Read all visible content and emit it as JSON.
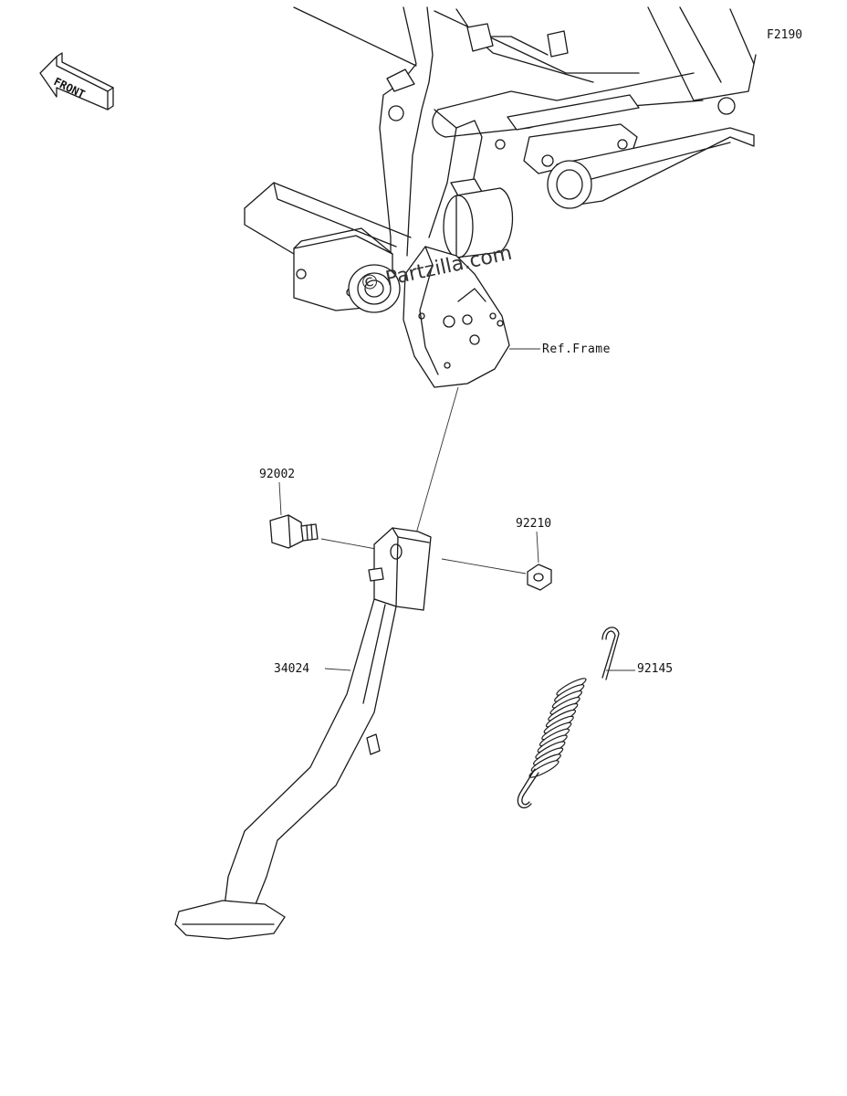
{
  "figure_code": "F2190",
  "front_indicator": {
    "text": "FRONT",
    "icon": "front-direction-arrow-icon"
  },
  "watermark": "© Partzilla.com",
  "reference_label": "Ref.Frame",
  "parts": [
    {
      "number": "92002",
      "part": "bolt"
    },
    {
      "number": "92210",
      "part": "nut"
    },
    {
      "number": "34024",
      "part": "side-stand"
    },
    {
      "number": "92145",
      "part": "spring"
    }
  ],
  "colors": {
    "line": "#1a1a1a",
    "background": "#ffffff"
  }
}
